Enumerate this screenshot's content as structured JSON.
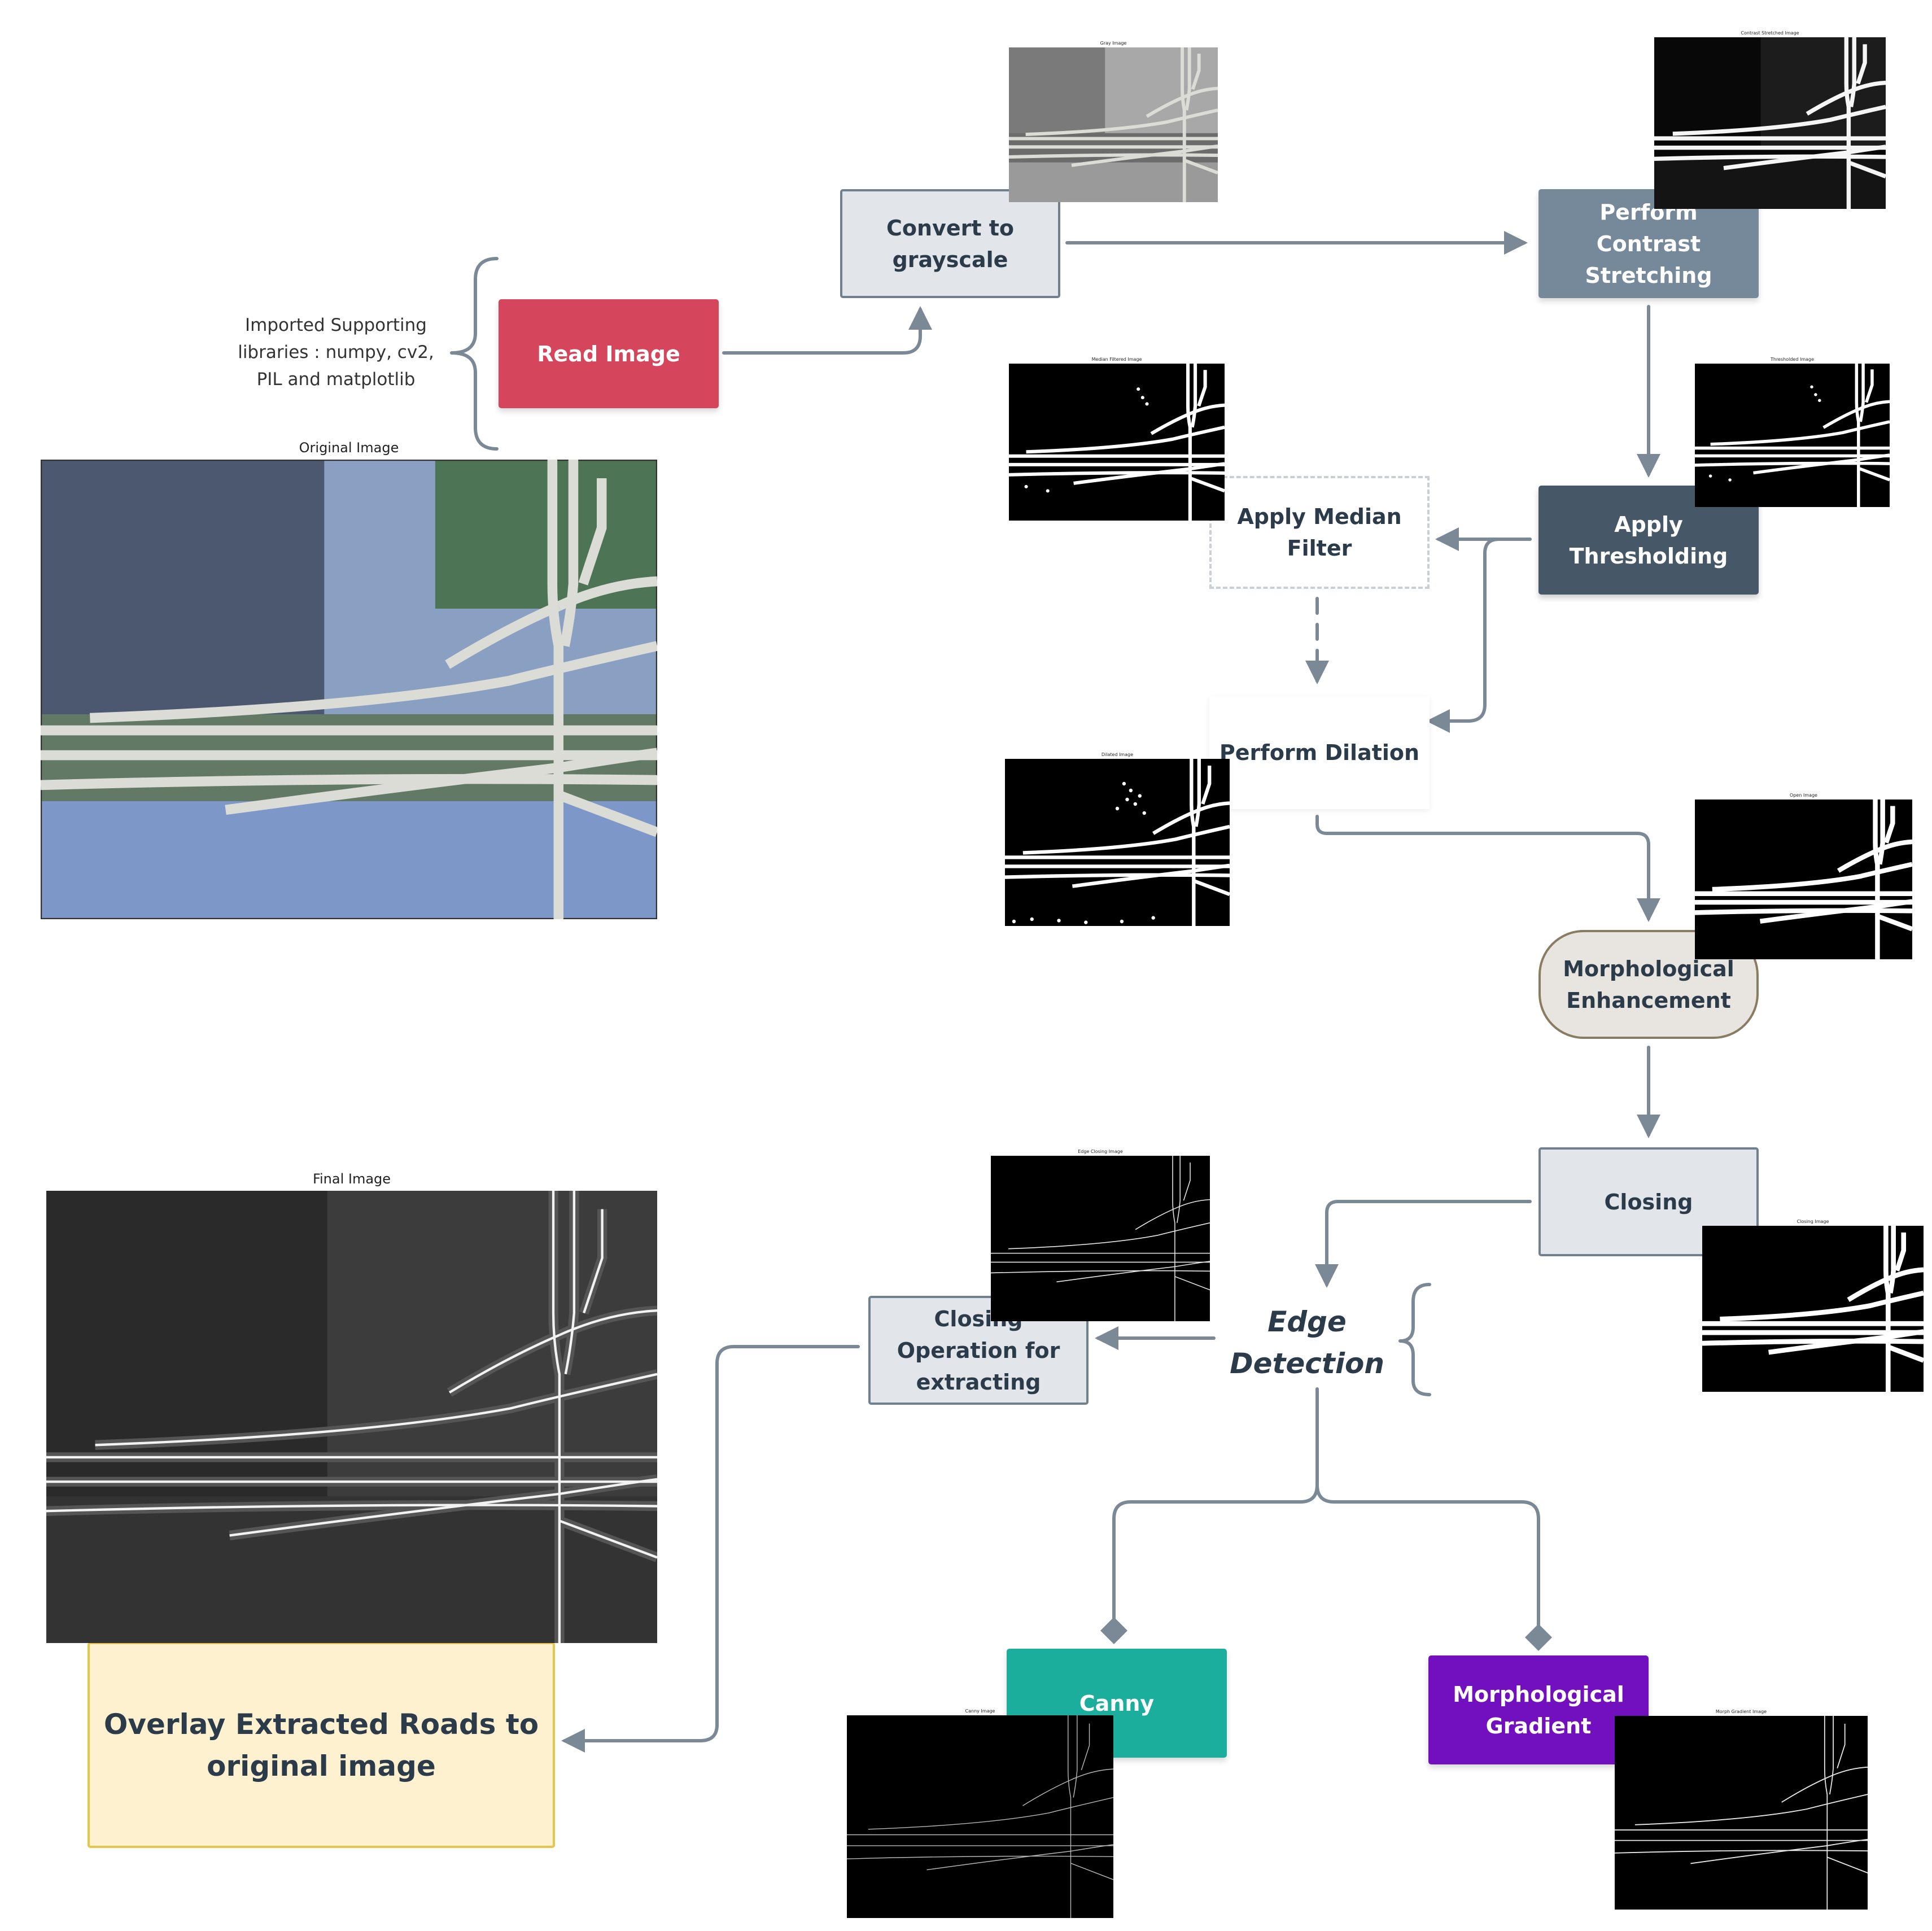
{
  "diagram": {
    "colors": {
      "connector": "#7b8896",
      "read_image": "#d5455c",
      "contrast": "#75899b",
      "threshold": "#465868",
      "canny": "#1cae9c",
      "morph_gradient": "#7210c0",
      "overlay_fill": "#fdf1d0",
      "overlay_border": "#e8c54a"
    },
    "note": "Imported Supporting libraries : numpy, cv2, PIL and matplotlib",
    "nodes": {
      "read_image": "Read Image",
      "grayscale": "Convert to grayscale",
      "contrast": "Perform Contrast Stretching",
      "threshold": "Apply Thresholding",
      "median": "Apply Median Filter",
      "dilation": "Perform Dilation",
      "morph_enh": "Morphological Enhancement",
      "closing": "Closing",
      "edge": "Edge Detection",
      "closing_op": "Closing Operation for extracting",
      "canny": "Canny",
      "morph_grad": "Morphological Gradient",
      "overlay": "Overlay Extracted Roads to original image"
    },
    "images": {
      "original": {
        "title": "Original Image",
        "style": "color"
      },
      "gray": {
        "title": "Gray Image",
        "style": "gray"
      },
      "contrast": {
        "title": "Contrast Stretched Image",
        "style": "contrast"
      },
      "median": {
        "title": "Median Filtered Image",
        "style": "binary"
      },
      "threshold": {
        "title": "Thresholded Image",
        "style": "binary"
      },
      "dilated": {
        "title": "Dilated Image",
        "style": "dilated"
      },
      "open": {
        "title": "Open Image",
        "style": "binary-thick"
      },
      "edge_closing": {
        "title": "Edge Closing Image",
        "style": "edges"
      },
      "closing": {
        "title": "Closing Image",
        "style": "binary-thick"
      },
      "final": {
        "title": "Final Image",
        "style": "final"
      },
      "canny": {
        "title": "Canny Image",
        "style": "edges-thin"
      },
      "morph_gradient": {
        "title": "Morph Gradient Image",
        "style": "edges"
      }
    }
  }
}
